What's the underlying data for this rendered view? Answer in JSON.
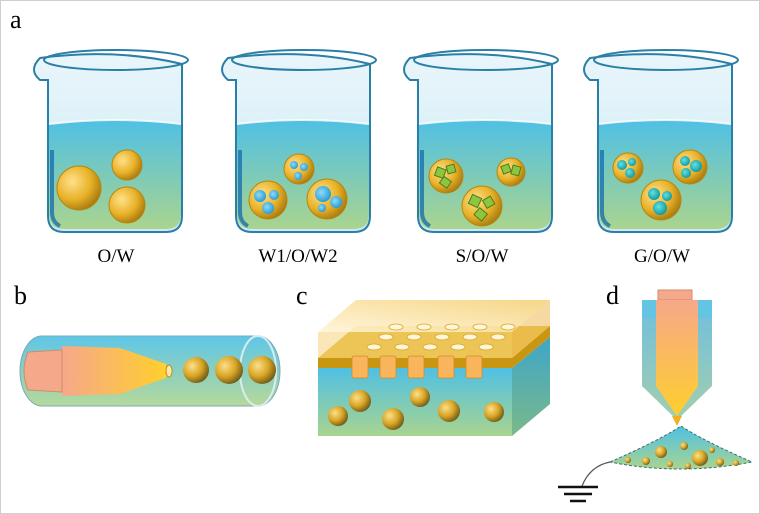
{
  "panels": {
    "a": "a",
    "b": "b",
    "c": "c",
    "d": "d"
  },
  "beakers": [
    {
      "label": "O/W",
      "content": "oil-droplets"
    },
    {
      "label": "W1/O/W2",
      "content": "water-in-oil-droplets"
    },
    {
      "label": "S/O/W",
      "content": "solid-in-oil-droplets"
    },
    {
      "label": "G/O/W",
      "content": "gas-in-oil-droplets"
    }
  ],
  "colors": {
    "water_top": "#4fc0e4",
    "water_bottom": "#a9d48f",
    "oil_droplet": "#e8b128",
    "inner_water": "#3eb3e6",
    "solid_particle": "#8cc63f",
    "gas_bubble": "#12b4b4",
    "glass_rim": "#2a7fa6",
    "nozzle": "#f4a98a"
  }
}
